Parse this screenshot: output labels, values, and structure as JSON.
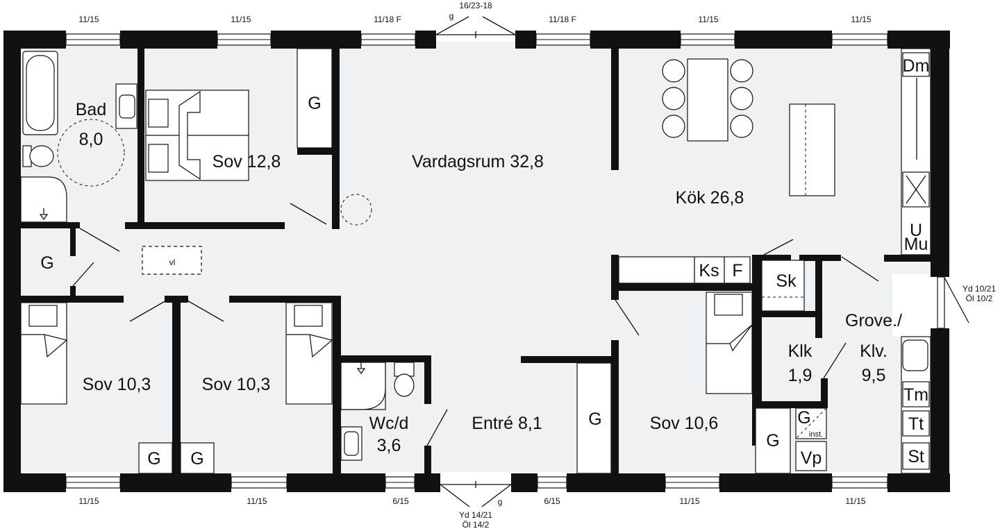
{
  "rooms": {
    "bad_name": "Bad",
    "bad_area": "8,0",
    "sov1": "Sov 12,8",
    "vardagsrum": "Vardagsrum 32,8",
    "kok": "Kök 26,8",
    "sov2": "Sov 10,3",
    "sov3": "Sov 10,3",
    "wc_name": "Wc/d",
    "wc_area": "3,6",
    "entre": "Entré 8,1",
    "sov4": "Sov 10,6",
    "klk_name": "Klk",
    "klk_area": "1,9",
    "grove_name": "Grove./",
    "grove_area": "Klv.",
    "grove_size": "9,5"
  },
  "storage": {
    "g": "G",
    "vl": "vl",
    "ks": "Ks",
    "f": "F",
    "sk": "Sk",
    "dm": "Dm",
    "u": "U",
    "mu": "Mu",
    "tm": "Tm",
    "tt": "Tt",
    "st": "St",
    "vp": "Vp",
    "inst": "inst."
  },
  "dimensions": {
    "top": [
      "11/15",
      "11/15",
      "11/18 F",
      "16/23-18",
      "11/18 F",
      "11/15",
      "11/15"
    ],
    "top_g": "g",
    "bottom": [
      "11/15",
      "11/15",
      "6/15",
      "6/15",
      "11/15",
      "11/15"
    ],
    "bottom_g": "g",
    "bottom_door_1": "Yd 14/21",
    "bottom_door_2": "Öl 14/2",
    "right_door_1": "Yd 10/21",
    "right_door_2": "Öl 10/2"
  }
}
